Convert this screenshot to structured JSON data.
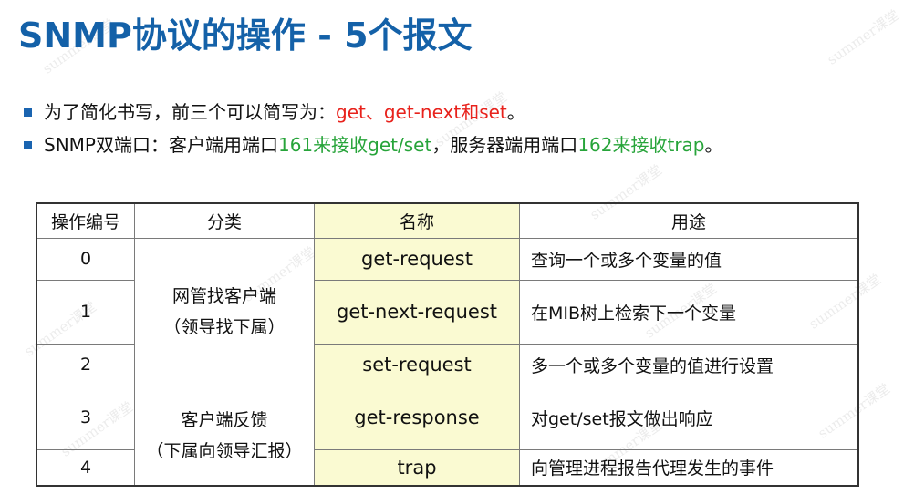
{
  "slide": {
    "title": "SNMP协议的操作 - 5个报文",
    "bullet1": {
      "prefix": "为了简化书写，前三个可以简写为：",
      "highlight": "get、get-next和set",
      "suffix": "。"
    },
    "bullet2": {
      "part1": "SNMP双端口：客户端用端口",
      "hl1": "161来接收get/set",
      "part2": "，服务器端用端口",
      "hl2": "162来接收trap",
      "part3": "。"
    }
  },
  "table": {
    "headers": [
      "操作编号",
      "分类",
      "名称",
      "用途"
    ],
    "groups": [
      {
        "line1": "网管找客户端",
        "line2": "（领导找下属）"
      },
      {
        "line1": "客户端反馈",
        "line2": "（下属向领导汇报）"
      }
    ],
    "rows": [
      {
        "num": "0",
        "name": "get-request",
        "use": "查询一个或多个变量的值"
      },
      {
        "num": "1",
        "name": "get-next-request",
        "use": "在MIB树上检索下一个变量"
      },
      {
        "num": "2",
        "name": "set-request",
        "use": "多一个或多个变量的值进行设置"
      },
      {
        "num": "3",
        "name": "get-response",
        "use": "对get/set报文做出响应"
      },
      {
        "num": "4",
        "name": "trap",
        "use": "向管理进程报告代理发生的事件"
      }
    ]
  },
  "watermark": "summer课堂",
  "colors": {
    "title": "#1461a8",
    "bullet": "#1a64b0",
    "red": "#e8221c",
    "green": "#27a43a",
    "name_col_bg": "#fafad2"
  }
}
